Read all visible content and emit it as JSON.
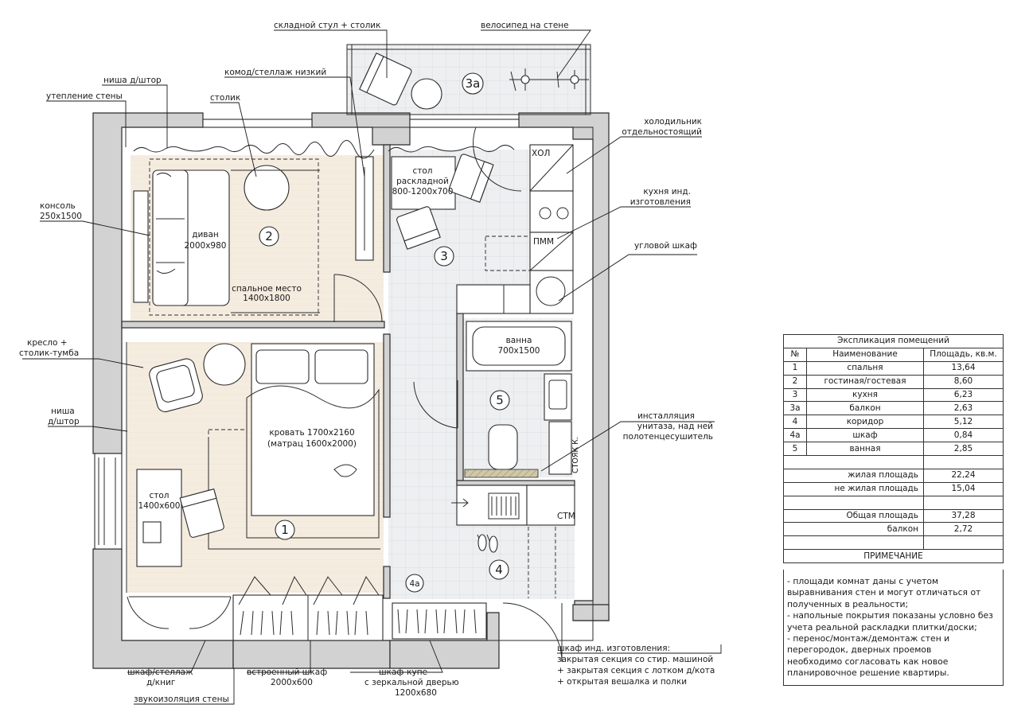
{
  "labels": {
    "chair_table": "складной стул + столик",
    "bike": "велосипед на стене",
    "curtain_niche_top": "ниша д/штор",
    "wall_insulation": "утепление стены",
    "dresser": "комод/стеллаж низкий",
    "side_table": "столик",
    "fridge_1": "холодильник",
    "fridge_2": "отдельностоящий",
    "console_1": "консоль",
    "console_2": "250x1500",
    "kitchen_1": "кухня инд.",
    "kitchen_2": "изготовления",
    "corner_cabinet": "угловой шкаф",
    "armchair_1": "кресло +",
    "armchair_2": "столик-тумба",
    "curtain_niche_left_1": "ниша",
    "curtain_niche_left_2": "д/штор",
    "install_1": "инсталляция",
    "install_2": "унитаза, над ней",
    "install_3": "полотенцесушитель",
    "bookcase_1": "шкаф/стеллаж",
    "bookcase_2": "д/книг",
    "builtin_1": "встроенный шкаф",
    "builtin_2": "2000x600",
    "wardrobe_1": "шкаф-купе",
    "wardrobe_2": "с зеркальной дверью",
    "wardrobe_3": "1200x680",
    "soundproof": "звукоизоляция стены",
    "custom_1": "шкаф инд. изготовления:",
    "custom_2": "закрытая секция со стир. машиной",
    "custom_3": "+ закрытая секция с лотком д/кота",
    "custom_4": "+ открытая вешалка и полки",
    "sofa_1": "диван",
    "sofa_2": "2000x980",
    "sleep_1": "спальное место",
    "sleep_2": "1400x1800",
    "table_fold_1": "стол",
    "table_fold_2": "раскладной",
    "table_fold_3": "800-1200x700",
    "bath_1": "ванна",
    "bath_2": "700x1500",
    "bed_1": "кровать 1700x2160",
    "bed_2": "(матрац 1600x2000)",
    "desk_1": "стол",
    "desk_2": "1400x600",
    "hol": "ХОЛ",
    "pmm": "ПММ",
    "stm": "СТМ",
    "stoyak": "СТОЯК К."
  },
  "room_numbers": {
    "r1": "1",
    "r2": "2",
    "r3": "3",
    "r3a": "3а",
    "r4": "4",
    "r4a": "4а",
    "r5": "5"
  },
  "table": {
    "title": "Экспликация помещений",
    "headers": [
      "№",
      "Наименование",
      "Площадь, кв.м."
    ],
    "rows": [
      [
        "1",
        "спальня",
        "13,64"
      ],
      [
        "2",
        "гостиная/гостевая",
        "8,60"
      ],
      [
        "3",
        "кухня",
        "6,23"
      ],
      [
        "3а",
        "балкон",
        "2,63"
      ],
      [
        "4",
        "коридор",
        "5,12"
      ],
      [
        "4а",
        "шкаф",
        "0,84"
      ],
      [
        "5",
        "ванная",
        "2,85"
      ]
    ],
    "living_label": "жилая площадь",
    "living_value": "22,24",
    "nonliving_label": "не жилая площадь",
    "nonliving_value": "15,04",
    "total_label": "Общая площадь",
    "total_value": "37,28",
    "balcony_label": "балкон",
    "balcony_value": "2,72",
    "note_title": "ПРИМЕЧАНИЕ",
    "notes": [
      "- площади комнат даны с учетом",
      "выравнивания стен и могут отличаться от",
      "полученных в реальности;",
      "- напольные покрытия показаны условно без",
      "учета реальной раскладки плитки/доски;",
      "- перенос/монтаж/демонтаж стен и",
      "перегородок, дверных проемов",
      "необходимо согласовать как новое",
      "планировочное решение квартиры."
    ]
  }
}
